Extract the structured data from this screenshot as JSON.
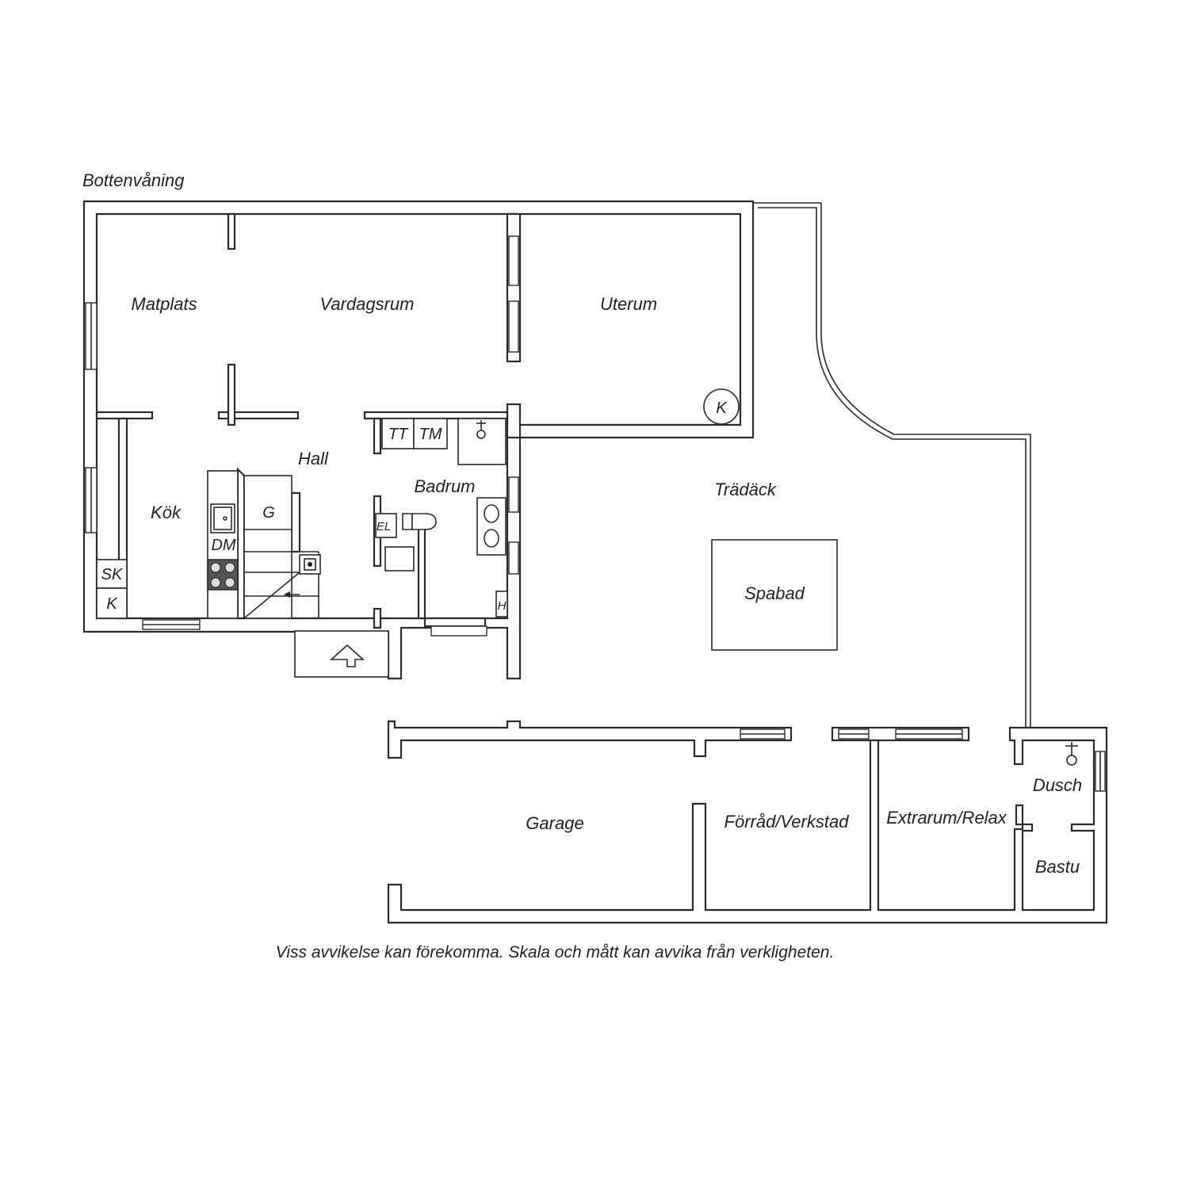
{
  "plan": {
    "floor_title": "Bottenvåning",
    "disclaimer": "Viss avvikelse kan förekomma. Skala och mått kan avvika från verkligheten.",
    "rooms": {
      "matplats": "Matplats",
      "vardagsrum": "Vardagsrum",
      "uterum": "Uterum",
      "hall": "Hall",
      "kok": "Kök",
      "badrum": "Badrum",
      "tradack": "Trädäck",
      "spabad": "Spabad",
      "garage": "Garage",
      "forrad": "Förråd/Verkstad",
      "extrarum": "Extrarum/Relax",
      "dusch": "Dusch",
      "bastu": "Bastu"
    },
    "fixtures": {
      "kamin": "K",
      "tt": "TT",
      "tm": "TM",
      "garderob": "G",
      "dm": "DM",
      "sk": "SK",
      "k_kok": "K",
      "el": "EL",
      "h": "H"
    }
  }
}
